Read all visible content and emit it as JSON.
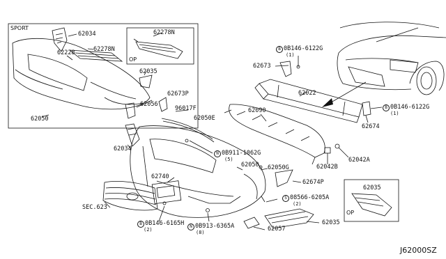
{
  "diagram": {
    "code": "J62000SZ",
    "sport_label": "SPORT",
    "op_label": "OP",
    "op_label_2": "OP",
    "sec_label": "SEC.623"
  },
  "parts": {
    "p62034_top": "62034",
    "p62278N_sport": "62278N",
    "p62278N_op": "62278N",
    "p62228": "62228",
    "p62035_sport": "62035",
    "p62050_sport": "62050",
    "p62056": "62056",
    "p62673P": "62673P",
    "p96017F": "96017F",
    "p62050E": "62050E",
    "p62034_low": "62034",
    "p62911": "0B911-1062G",
    "p62911_qty": "(5)",
    "p62740": "62740",
    "p62050_main": "62050",
    "p62050G": "62050G",
    "p62674P": "62674P",
    "p08566": "08566-6205A",
    "p08566_qty": "(2)",
    "p08146_6165": "0B146-6165H",
    "p08146_6165_qty": "(2)",
    "p08913": "0B913-6365A",
    "p08913_qty": "(8)",
    "p62057": "62057",
    "p62035_main": "62035",
    "p62035_op": "62035",
    "p08146_top": "0B146-6122G",
    "p08146_top_qty": "(1)",
    "p62673": "62673",
    "p62022": "62022",
    "p62090": "62090",
    "p08146_right": "0B146-6122G",
    "p08146_right_qty": "(1)",
    "p62674": "62674",
    "p62042B": "62042B",
    "p62042A": "62042A"
  },
  "markers": {
    "b": "B",
    "n": "N",
    "s": "S"
  }
}
